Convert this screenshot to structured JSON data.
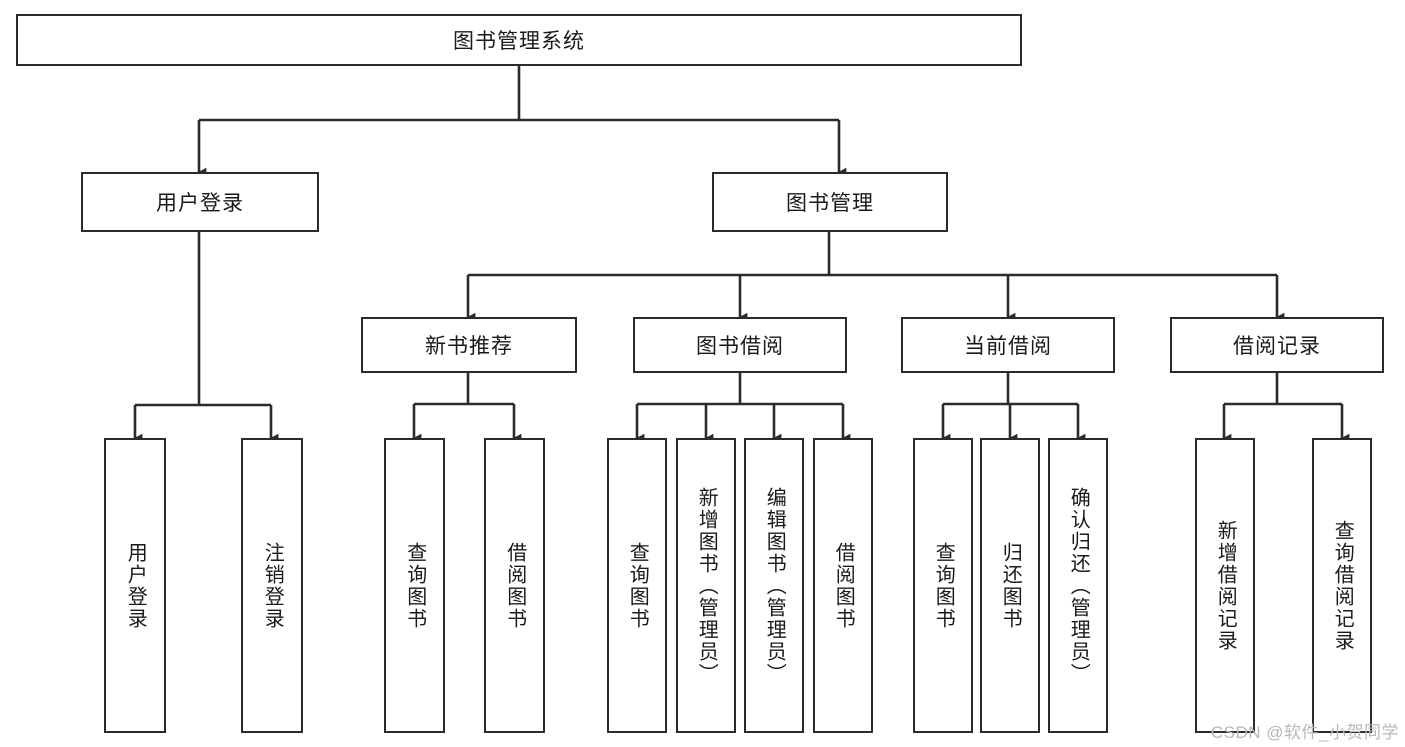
{
  "diagram": {
    "title": "图书管理系统",
    "type": "hierarchy-tree",
    "background_color": "#ffffff",
    "line_color": "#2b2b2b",
    "text_color": "#1a1a1a",
    "watermark": "CSDN @软件_小贺同学",
    "levels": {
      "root": {
        "label": "图书管理系统"
      },
      "level2": [
        {
          "label": "用户登录"
        },
        {
          "label": "图书管理"
        }
      ],
      "level3": [
        {
          "label": "新书推荐"
        },
        {
          "label": "图书借阅"
        },
        {
          "label": "当前借阅"
        },
        {
          "label": "借阅记录"
        }
      ],
      "leaves": {
        "user_login": [
          {
            "label": "用户登录"
          },
          {
            "label": "注销登录"
          }
        ],
        "new_book_recommend": [
          {
            "label": "查询图书"
          },
          {
            "label": "借阅图书"
          }
        ],
        "book_borrow": [
          {
            "label": "查询图书"
          },
          {
            "label": "新增图书（管理员）"
          },
          {
            "label": "编辑图书（管理员）"
          },
          {
            "label": "借阅图书"
          }
        ],
        "current_borrow": [
          {
            "label": "查询图书"
          },
          {
            "label": "归还图书"
          },
          {
            "label": "确认归还（管理员）"
          }
        ],
        "borrow_record": [
          {
            "label": "新增借阅记录"
          },
          {
            "label": "查询借阅记录"
          }
        ]
      }
    }
  }
}
